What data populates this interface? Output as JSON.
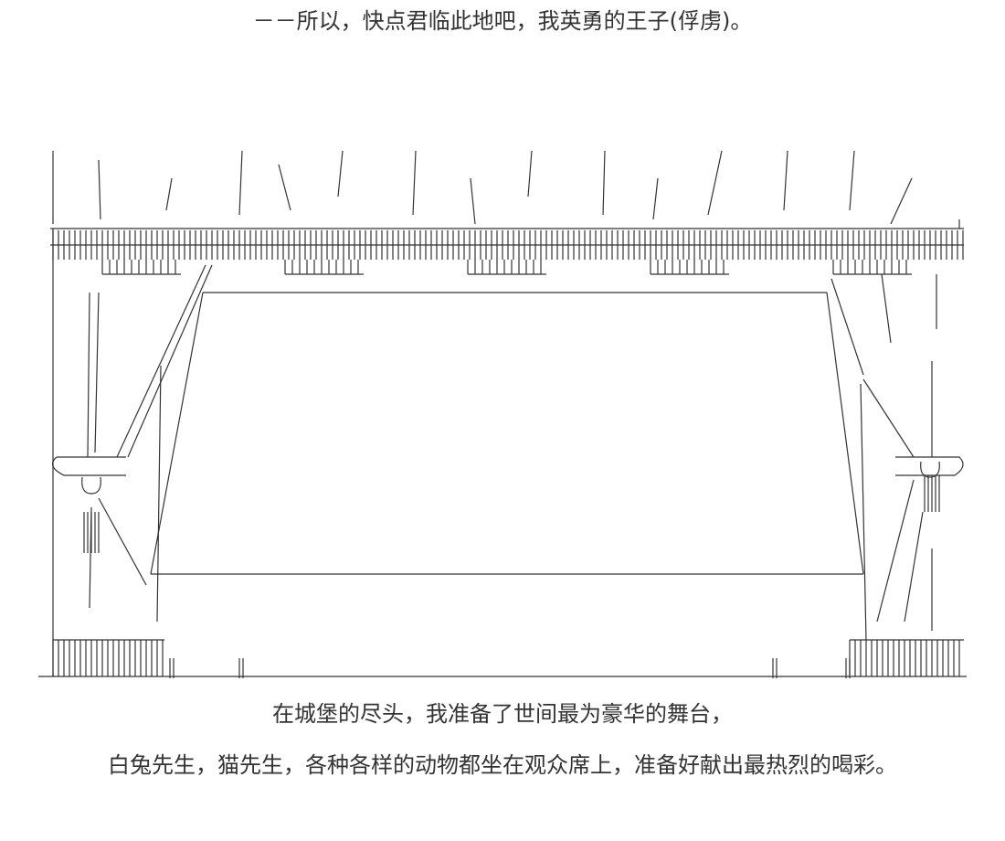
{
  "narration": {
    "top_line": "－－所以，快点君临此地吧，我英勇的王子(俘虏)。",
    "stage_line": "在城堡的尽头，我准备了世间最为豪华的舞台，",
    "audience_line": "白兔先生，猫先生，各种各样的动物都坐在观众席上，准备好献出最热烈的喝彩。"
  },
  "colors": {
    "ink": "#333333",
    "background": "#ffffff"
  }
}
